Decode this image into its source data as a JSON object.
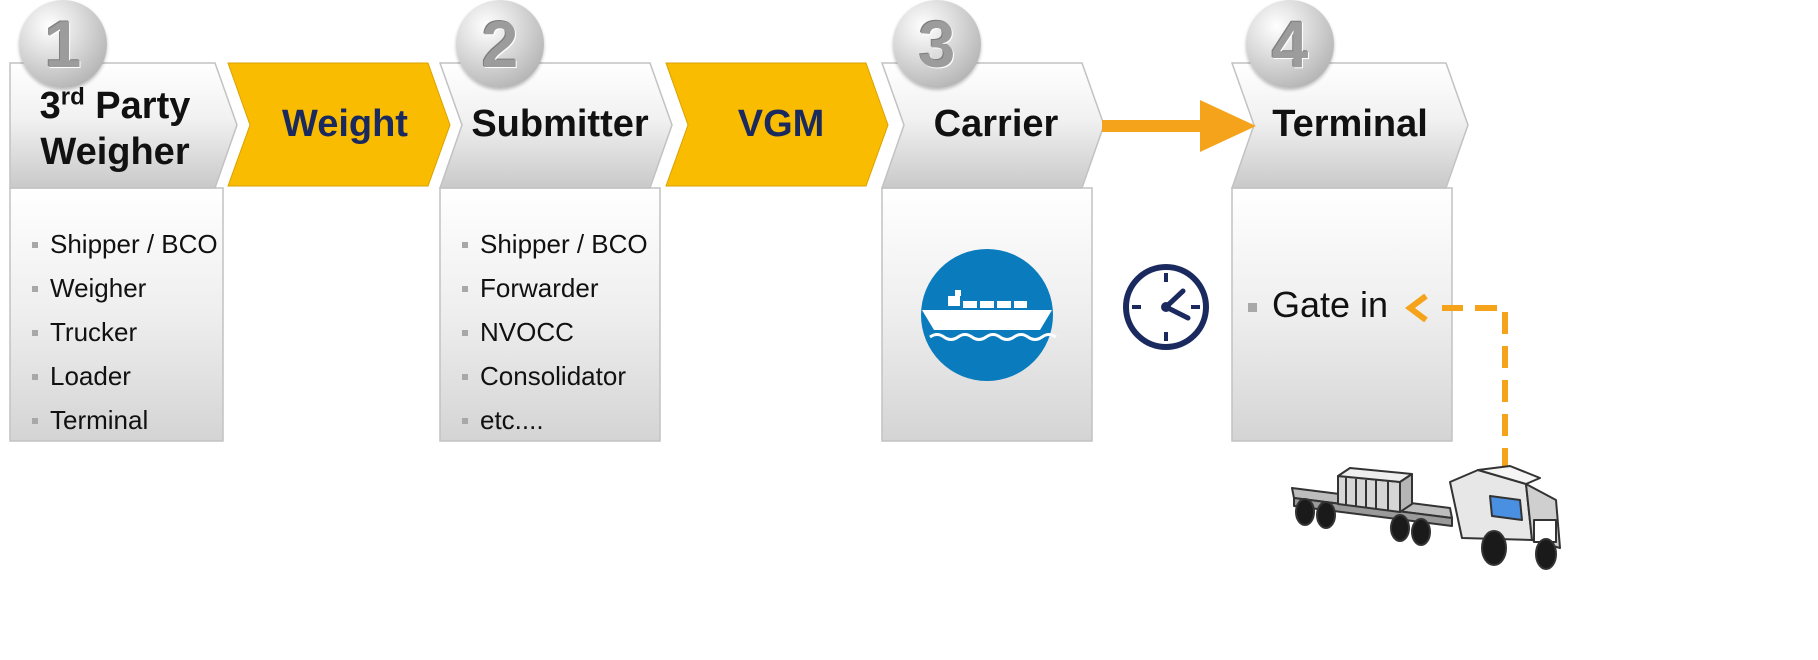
{
  "diagram": {
    "steps": [
      {
        "number": "1",
        "title_main": "3",
        "title_sup": "rd",
        "title_rest": " Party",
        "title_line2": "Weigher",
        "items": [
          "Shipper / BCO",
          "Weigher",
          "Trucker",
          "Loader",
          "Terminal"
        ]
      },
      {
        "number": "2",
        "title": "Submitter",
        "items": [
          "Shipper / BCO",
          "Forwarder",
          "NVOCC",
          "Consolidator",
          "etc...."
        ]
      },
      {
        "number": "3",
        "title": "Carrier",
        "icon": "ship-icon"
      },
      {
        "number": "4",
        "title": "Terminal",
        "items": [
          "Gate in"
        ]
      }
    ],
    "connectors": [
      {
        "label": "Weight"
      },
      {
        "label": "VGM"
      }
    ],
    "icons": {
      "ship": "ship-icon",
      "clock": "clock-icon",
      "truck": "truck-icon"
    },
    "colors": {
      "accent_yellow": "#f9bc00",
      "arrow_orange": "#f5a31a",
      "ship_circle": "#0a7bbd",
      "navy": "#1b2a5e",
      "gray_box": "#e6e6e6"
    }
  }
}
